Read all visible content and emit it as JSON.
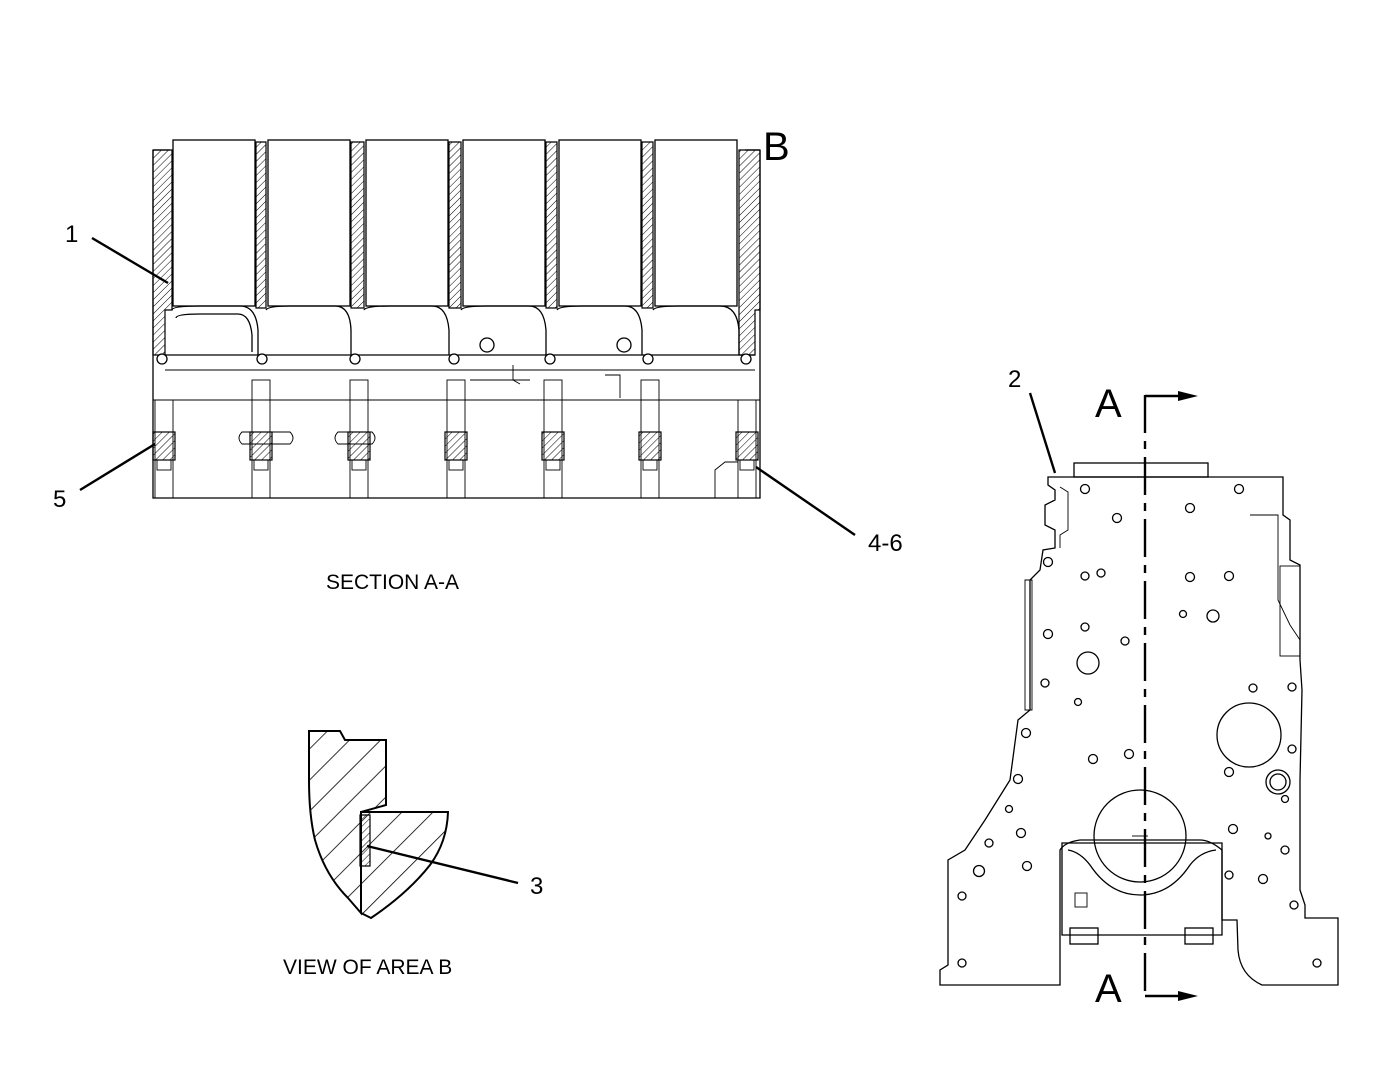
{
  "callouts": {
    "c1": "1",
    "c2": "2",
    "c3": "3",
    "c5": "5",
    "c46": "4-6"
  },
  "section_letters": {
    "b_marker": "B",
    "a_top": "A",
    "a_bottom": "A"
  },
  "captions": {
    "section": "SECTION A-A",
    "view": "VIEW OF AREA  B"
  }
}
